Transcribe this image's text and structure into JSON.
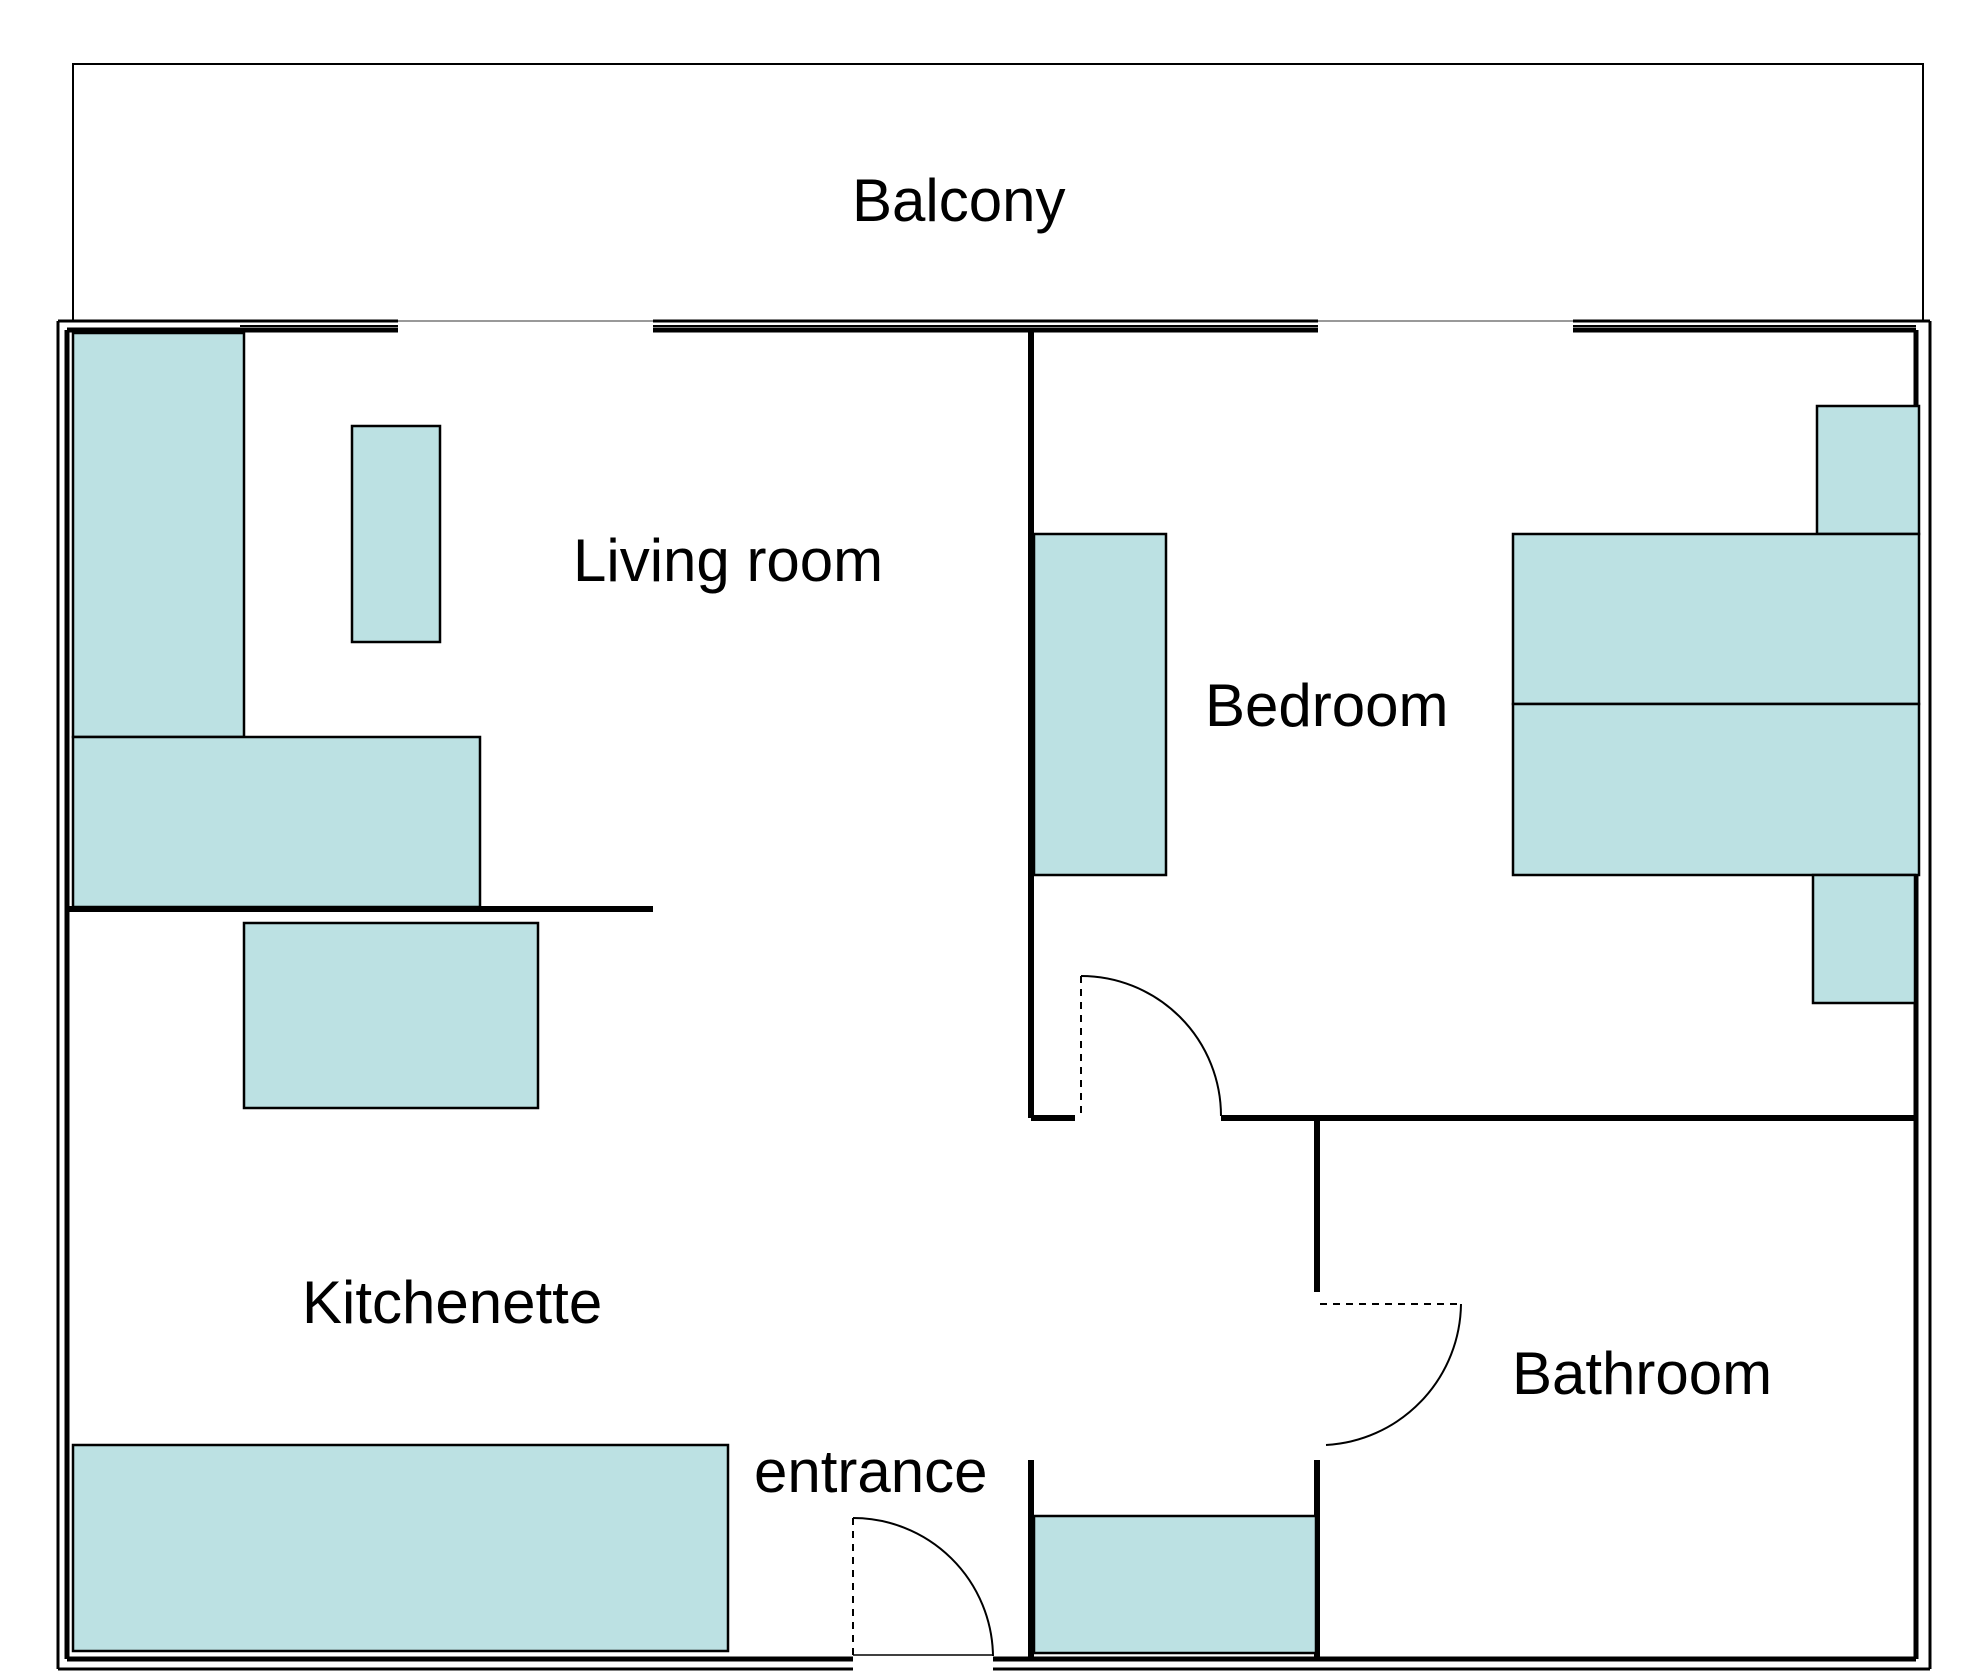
{
  "floorplan": {
    "rooms": {
      "balcony": "Balcony",
      "living_room": "Living room",
      "bedroom": "Bedroom",
      "kitchenette": "Kitchenette",
      "bathroom": "Bathroom",
      "entrance": "entrance"
    },
    "colors": {
      "furniture_fill": "#bce1e3",
      "wall": "#000000",
      "background": "#ffffff"
    }
  }
}
